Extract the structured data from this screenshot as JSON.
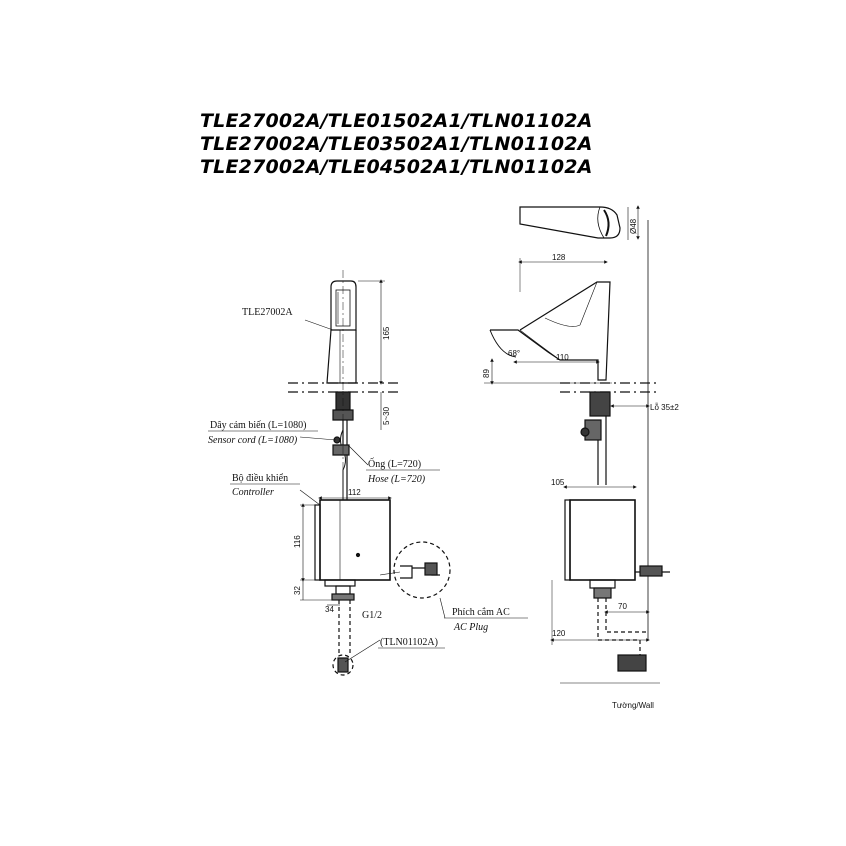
{
  "titles": [
    "TLE27002A/TLE01502A1/TLN01102A",
    "TLE27002A/TLE03502A1/TLN01102A",
    "TLE27002A/TLE04502A1/TLN01102A"
  ],
  "labels": {
    "faucet_model": "TLE27002A",
    "sensor_cord_vi": "Dây cảm biến (L=1080)",
    "sensor_cord_en": "Sensor cord (L=1080)",
    "hose_vi": "Ống (L=720)",
    "hose_en": "Hose (L=720)",
    "controller_vi": "Bộ điều khiển",
    "controller_en": "Controller",
    "thread": "G1/2",
    "valve_model": "(TLN01102A)",
    "ac_plug_vi": "Phích cắm AC",
    "ac_plug_en": "AC Plug",
    "hole": "Lỗ 35±2",
    "wall": "Tường/Wall"
  },
  "dimensions": {
    "front_height": "165",
    "deck_range": "5~30",
    "controller_width": "112",
    "controller_height": "116",
    "bottom_height": "32",
    "outlet_size": "34",
    "top_diameter": "Ø48",
    "spout_reach": "128",
    "spout_angle": "68°",
    "spout_height": "89",
    "spout_distance": "110",
    "side_controller_width": "105",
    "outlet_offset": "70",
    "bottom_offset": "120"
  }
}
